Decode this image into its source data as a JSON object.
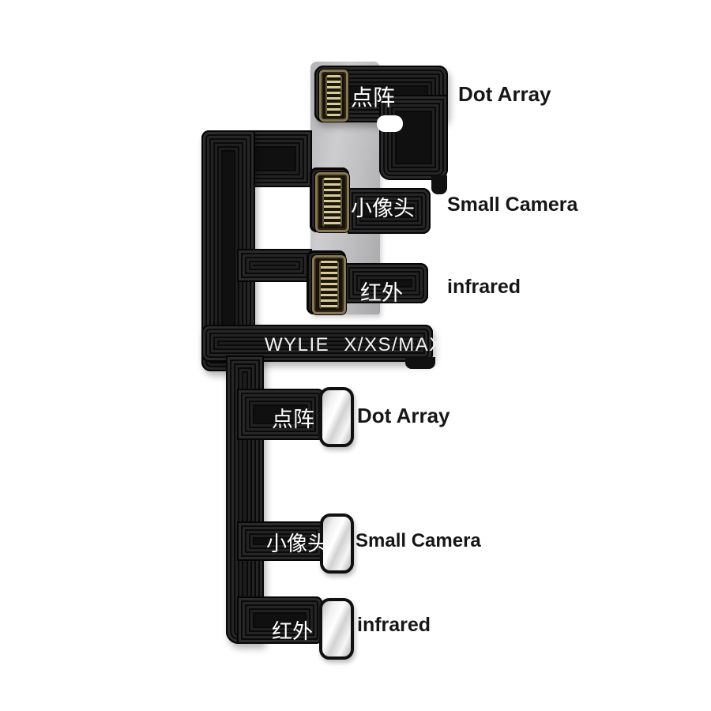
{
  "model_label": "WYLIE X/XS/MAX",
  "board_section": {
    "rows": [
      {
        "cn": "点阵",
        "en": "Dot Array"
      },
      {
        "cn": "小像头",
        "en": "Small Camera"
      },
      {
        "cn": "红外",
        "en": "infrared"
      }
    ]
  },
  "flex_section": {
    "rows": [
      {
        "cn": "点阵",
        "en": "Dot Array"
      },
      {
        "cn": "小像头",
        "en": "Small Camera"
      },
      {
        "cn": "红外",
        "en": "infrared"
      }
    ]
  },
  "colors": {
    "background": "#ffffff",
    "flex_black": "#101010",
    "coil_line": "#262626",
    "backing_gray": "#c3c3c5",
    "connector_gold": "#867750",
    "connector_pin_gold": "#d9cb94",
    "connector_silver": "#ededed",
    "label_text_black": "#161616",
    "flex_text_white": "#ffffff"
  }
}
